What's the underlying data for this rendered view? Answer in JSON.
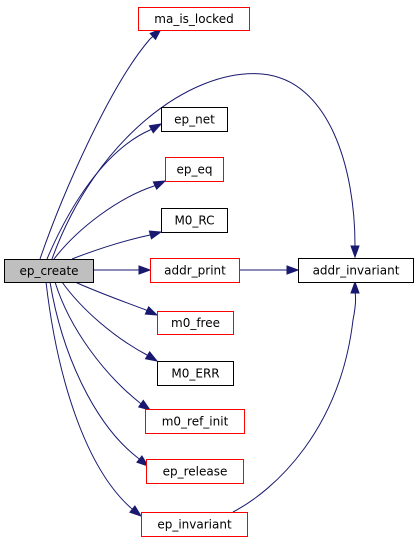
{
  "graph": {
    "colors": {
      "edge": "#191970",
      "root_fill": "#bfbfbf",
      "default_border": "#000000",
      "link_border": "#ff0000",
      "node_fill": "#ffffff"
    },
    "nodes": [
      {
        "id": "ep_create",
        "label": "ep_create",
        "style": "root"
      },
      {
        "id": "ma_is_locked",
        "label": "ma_is_locked",
        "style": "link"
      },
      {
        "id": "ep_net",
        "label": "ep_net",
        "style": "default"
      },
      {
        "id": "ep_eq",
        "label": "ep_eq",
        "style": "link"
      },
      {
        "id": "M0_RC",
        "label": "M0_RC",
        "style": "default"
      },
      {
        "id": "addr_print",
        "label": "addr_print",
        "style": "link"
      },
      {
        "id": "addr_invariant",
        "label": "addr_invariant",
        "style": "default"
      },
      {
        "id": "m0_free",
        "label": "m0_free",
        "style": "link"
      },
      {
        "id": "M0_ERR",
        "label": "M0_ERR",
        "style": "default"
      },
      {
        "id": "m0_ref_init",
        "label": "m0_ref_init",
        "style": "link"
      },
      {
        "id": "ep_release",
        "label": "ep_release",
        "style": "link"
      },
      {
        "id": "ep_invariant",
        "label": "ep_invariant",
        "style": "link"
      }
    ],
    "edges": [
      {
        "from": "ep_create",
        "to": "ma_is_locked"
      },
      {
        "from": "ep_create",
        "to": "addr_invariant"
      },
      {
        "from": "ep_create",
        "to": "ep_net"
      },
      {
        "from": "ep_create",
        "to": "ep_eq"
      },
      {
        "from": "ep_create",
        "to": "M0_RC"
      },
      {
        "from": "ep_create",
        "to": "addr_print"
      },
      {
        "from": "ep_create",
        "to": "m0_free"
      },
      {
        "from": "ep_create",
        "to": "M0_ERR"
      },
      {
        "from": "ep_create",
        "to": "m0_ref_init"
      },
      {
        "from": "ep_create",
        "to": "ep_release"
      },
      {
        "from": "ep_create",
        "to": "ep_invariant"
      },
      {
        "from": "addr_print",
        "to": "addr_invariant"
      },
      {
        "from": "ep_invariant",
        "to": "addr_invariant"
      }
    ]
  }
}
